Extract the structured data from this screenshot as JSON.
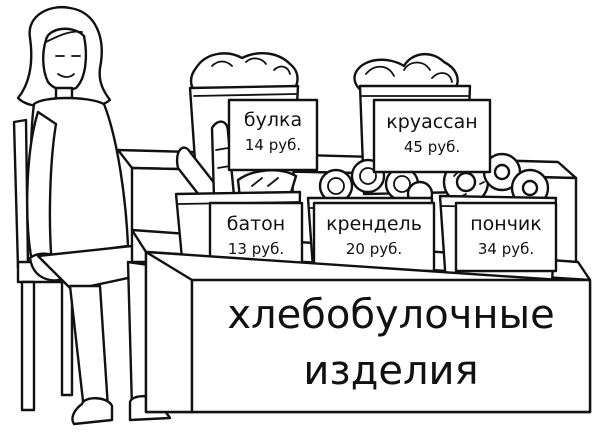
{
  "products": [
    {
      "name": "булка",
      "price": "14 руб."
    },
    {
      "name": "круассан",
      "price": "45 руб."
    },
    {
      "name": "батон",
      "price": "13 руб."
    },
    {
      "name": "крендель",
      "price": "20 руб."
    },
    {
      "name": "пончик",
      "price": "34 руб."
    }
  ],
  "counter": {
    "line1": "хлебобулочные",
    "line2": "изделия"
  }
}
